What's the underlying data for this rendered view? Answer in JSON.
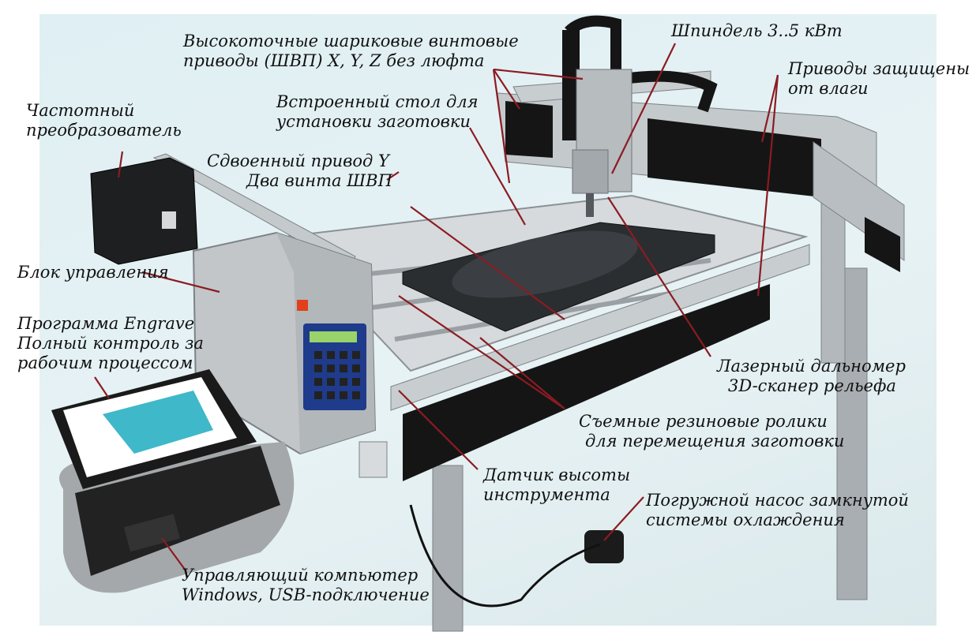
{
  "labels": {
    "freq_converter": [
      "Частотный",
      "преобразователь"
    ],
    "ballscrews": [
      "Высокоточные шариковые винтовые",
      "приводы (ШВП) X, Y, Z без люфта"
    ],
    "spindle": [
      "Шпиндель 3..5 кВт"
    ],
    "drives_protected": [
      "Приводы защищены",
      "от влаги"
    ],
    "built_in_table": [
      "Встроенный стол для",
      "установки заготовки"
    ],
    "dual_y": [
      "Сдвоенный привод Y",
      "Два винта ШВП"
    ],
    "control_unit": [
      "Блок управления"
    ],
    "program": [
      "Программа Engrave",
      "Полный контроль за",
      "рабочим процессом"
    ],
    "laser": [
      "Лазерный дальномер",
      "3D-сканер рельефа"
    ],
    "rollers": [
      "Съемные резиновые ролики",
      "для перемещения заготовки"
    ],
    "tool_sensor": [
      "Датчик высоты",
      "инструмента"
    ],
    "pump": [
      "Погружной насос замкнутой",
      "системы охлаждения"
    ],
    "computer": [
      "Управляющий компьютер",
      "Windows, USB-подключение"
    ]
  },
  "colors": {
    "frame": "#b9bec2",
    "frame_dark": "#8b9196",
    "bellows": "#151515",
    "stone": "#2b2e31",
    "screen": "#3fb8c9",
    "leader": "#8a1c22",
    "button_red": "#e2401c",
    "lcd": "#9ad36a"
  },
  "icons": [
    "laptop",
    "control-box",
    "frequency-converter",
    "spindle",
    "pump",
    "stone-relief"
  ]
}
